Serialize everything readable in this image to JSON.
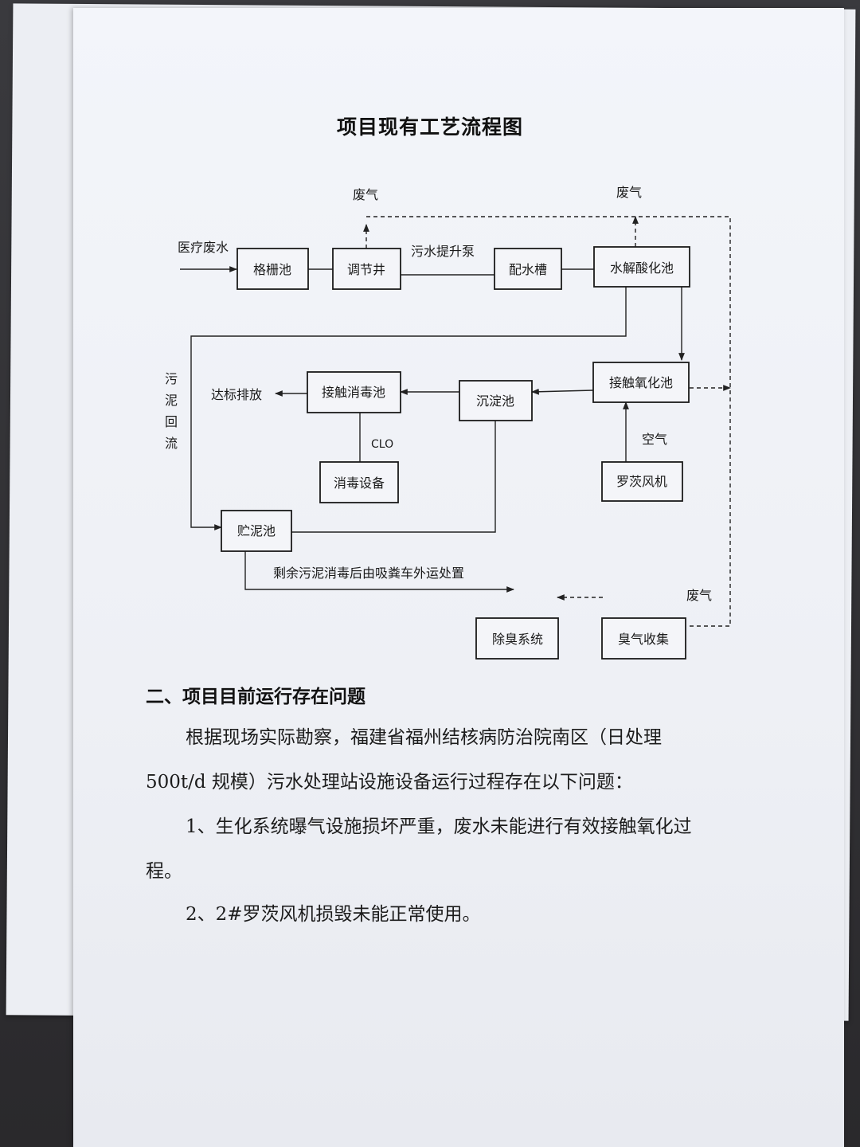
{
  "document": {
    "title": "项目现有工艺流程图",
    "section_heading": "二、项目目前运行存在问题",
    "paragraphs": [
      "根据现场实际勘察，福建省福州结核病防治院南区（日处理500t/d规模）污水处理站设施设备运行过程存在以下问题：",
      "1、生化系统曝气设施损坏严重，废水未能进行有效接触氧化过程。",
      "2、2#罗茨风机损毁未能正常使用。"
    ],
    "para1_line1": "根据现场实际勘察，福建省福州结核病防治院南区（日处理",
    "para1_line2": "500t/d 规模）污水处理站设施设备运行过程存在以下问题：",
    "para2_line1": "1、生化系统曝气设施损坏严重，废水未能进行有效接触氧化过",
    "para2_line2": "程。",
    "para3": "2、2#罗茨风机损毁未能正常使用。"
  },
  "diagram": {
    "boxes": {
      "grille": "格栅池",
      "regulating_well": "调节井",
      "distribution_tank": "配水槽",
      "hydrolysis_tank": "水解酸化池",
      "contact_oxidation": "接触氧化池",
      "sedimentation": "沉淀池",
      "contact_disinfection": "接触消毒池",
      "disinfection_equipment": "消毒设备",
      "roots_blower": "罗茨风机",
      "sludge_tank": "贮泥池",
      "deodorization": "除臭系统",
      "odor_collection": "臭气收集"
    },
    "labels": {
      "medical_wastewater": "医疗废水",
      "waste_gas_1": "废气",
      "waste_gas_2": "废气",
      "waste_gas_3": "废气",
      "lift_pump": "污水提升泵",
      "discharge": "达标排放",
      "clo": "CLO",
      "air": "空气",
      "sludge_return_1": "污",
      "sludge_return_2": "泥",
      "sludge_return_3": "回",
      "sludge_return_4": "流",
      "sludge_disposal": "剩余污泥消毒后由吸粪车外运处置"
    }
  }
}
